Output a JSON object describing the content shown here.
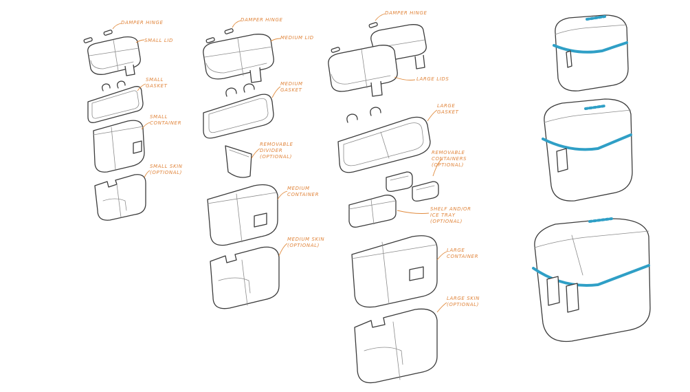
{
  "colors": {
    "ink": "#3a3a3a",
    "annotation": "#e0843a",
    "gasket_accent": "#2f9fc6",
    "background": "#ffffff"
  },
  "columns": [
    {
      "size": "small",
      "labels": {
        "hinge": "Damper Hinge",
        "lid": "Small Lid",
        "gasket": "Small\nGasket",
        "container": "Small\nContainer",
        "skin": "Small Skin\n(Optional)"
      }
    },
    {
      "size": "medium",
      "labels": {
        "hinge": "Damper Hinge",
        "lid": "Medium Lid",
        "gasket": "Medium\nGasket",
        "divider": "Removable\nDivider\n(Optional)",
        "container": "Medium\nContainer",
        "skin": "Medium Skin\n(Optional)"
      }
    },
    {
      "size": "large",
      "labels": {
        "hinge": "Damper Hinge",
        "lid": "Large Lids",
        "gasket": "Large\nGasket",
        "containers": "Removable\nContainers\n(Optional)",
        "tray": "Shelf and/or\nIce Tray\n(Optional)",
        "container": "Large\nContainer",
        "skin": "Large Skin\n(Optional)"
      }
    }
  ],
  "assembled_views": [
    "small-assembled",
    "medium-assembled",
    "large-assembled"
  ]
}
